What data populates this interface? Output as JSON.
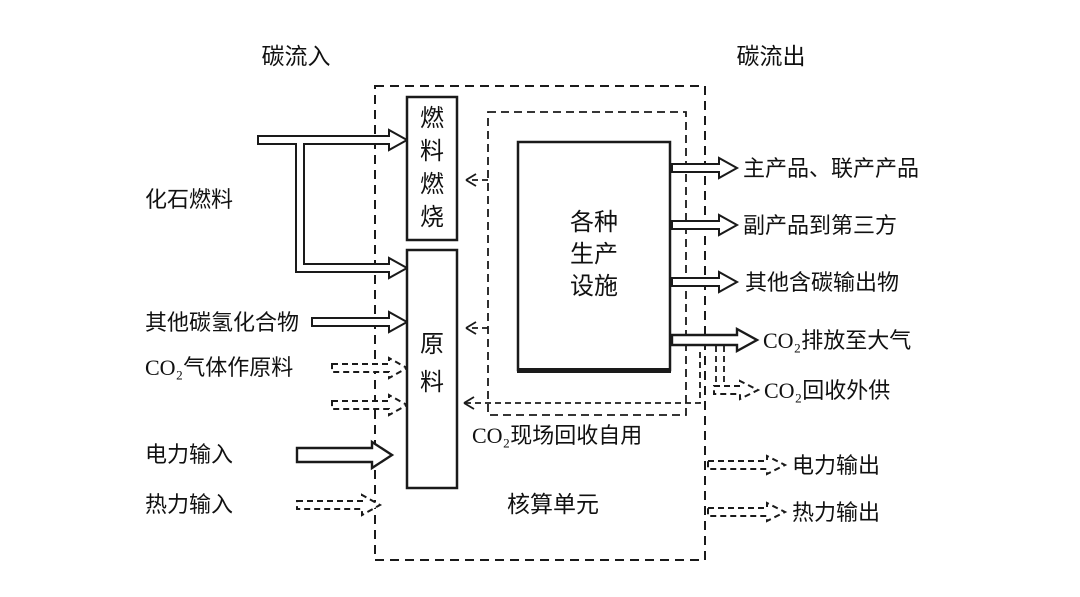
{
  "diagram": {
    "top_labels": {
      "inflow": "碳流入",
      "outflow": "碳流出"
    },
    "left_inputs": {
      "fossil_fuel": "化石燃料",
      "other_hydrocarbons": "其他碳氢化合物",
      "co2_feedstock": "CO₂气体作原料",
      "electricity_in": "电力输入",
      "heat_in": "热力输入"
    },
    "boxes": {
      "fuel_combustion_lines": [
        "燃",
        "料",
        "燃",
        "烧"
      ],
      "raw_material_lines": [
        "原",
        "料"
      ],
      "production_lines": [
        "各种",
        "生产",
        "设施"
      ]
    },
    "inner_labels": {
      "co2_onsite_recovery": "CO₂现场回收自用",
      "accounting_unit": "核算单元"
    },
    "right_outputs": {
      "main_products": "主产品、联产产品",
      "byproducts": "副产品到第三方",
      "other_carbon_outputs": "其他含碳输出物",
      "co2_to_atmosphere": "CO₂排放至大气",
      "co2_external_supply": "CO₂回收外供",
      "electricity_out": "电力输出",
      "heat_out": "热力输出"
    },
    "colors": {
      "line": "#1a1a1a",
      "background": "#ffffff"
    }
  }
}
